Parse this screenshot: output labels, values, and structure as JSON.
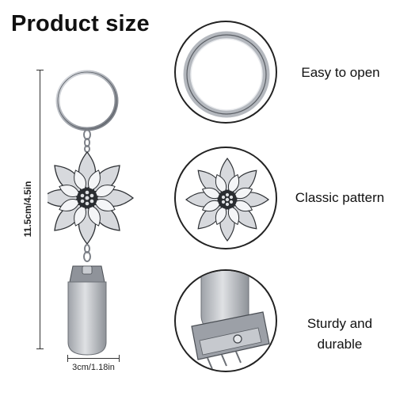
{
  "title": "Product size",
  "dimensions": {
    "height": "11.5cm/4.5in",
    "width": "3cm/1.18in"
  },
  "features": [
    {
      "caption": "Easy to open"
    },
    {
      "caption": "Classic pattern"
    },
    {
      "caption": "Sturdy and durable"
    }
  ],
  "colors": {
    "text": "#111111",
    "metal": "#b9bcc2"
  }
}
